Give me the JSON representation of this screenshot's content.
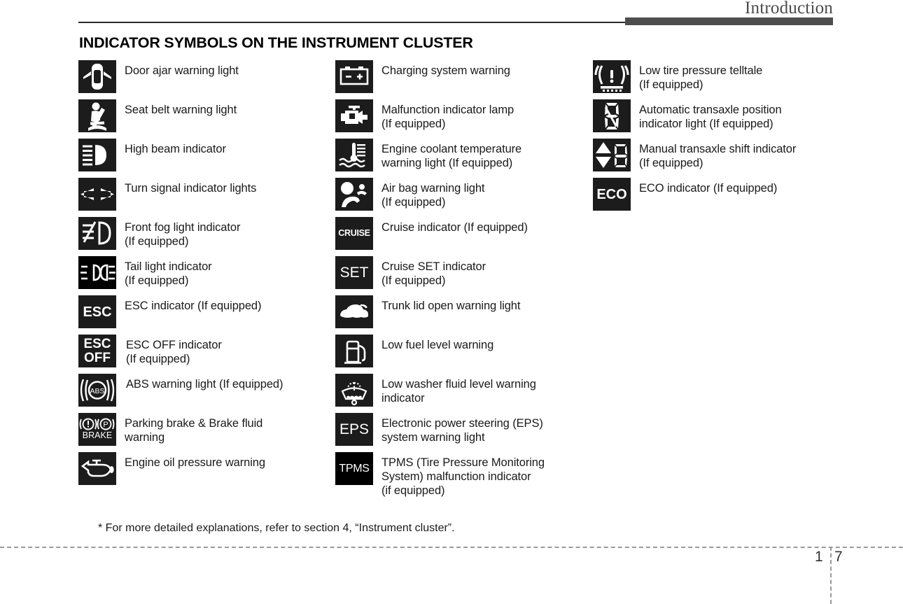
{
  "header": {
    "title": "Introduction"
  },
  "section": {
    "title": "INDICATOR SYMBOLS ON THE INSTRUMENT CLUSTER"
  },
  "columns": [
    {
      "id": "column-1",
      "items": [
        {
          "icon": "door-ajar-icon",
          "line1": "Door ajar warning light",
          "line2": ""
        },
        {
          "icon": "seat-belt-icon",
          "line1": "Seat belt warning light",
          "line2": ""
        },
        {
          "icon": "high-beam-icon",
          "line1": "High beam indicator",
          "line2": ""
        },
        {
          "icon": "turn-signal-icon",
          "line1": "Turn signal indicator lights",
          "line2": ""
        },
        {
          "icon": "front-fog-light-icon",
          "line1": "Front fog light indicator",
          "line2": "(If equipped)"
        },
        {
          "icon": "tail-light-icon",
          "line1": "Tail light indicator",
          "line2": "(If equipped)"
        },
        {
          "icon": "esc-icon",
          "line1": "ESC indicator (If equipped)",
          "line2": ""
        },
        {
          "icon": "esc-off-icon",
          "line1": "ESC OFF indicator",
          "line2": "(If equipped)"
        },
        {
          "icon": "abs-icon",
          "line1": "ABS warning light (If equipped)",
          "line2": ""
        },
        {
          "icon": "parking-brake-icon",
          "line1": "Parking brake & Brake fluid",
          "line2": "warning"
        },
        {
          "icon": "engine-oil-icon",
          "line1": "Engine oil pressure warning",
          "line2": ""
        }
      ]
    },
    {
      "id": "column-2",
      "items": [
        {
          "icon": "battery-charging-icon",
          "line1": "Charging system warning",
          "line2": ""
        },
        {
          "icon": "check-engine-icon",
          "line1": "Malfunction indicator lamp",
          "line2": "(If equipped)"
        },
        {
          "icon": "coolant-temperature-icon",
          "line1": "Engine coolant temperature",
          "line2": "warning light (If equipped)"
        },
        {
          "icon": "air-bag-icon",
          "line1": "Air bag warning light",
          "line2": "(If equipped)"
        },
        {
          "icon": "cruise-icon",
          "line1": "Cruise indicator (If equipped)",
          "line2": ""
        },
        {
          "icon": "cruise-set-icon",
          "line1": "Cruise SET indicator",
          "line2": "(If equipped)"
        },
        {
          "icon": "trunk-open-icon",
          "line1": "Trunk lid open warning light",
          "line2": ""
        },
        {
          "icon": "low-fuel-icon",
          "line1": "Low fuel level warning",
          "line2": ""
        },
        {
          "icon": "washer-fluid-icon",
          "line1": "Low washer fluid level warning",
          "line2": "indicator"
        },
        {
          "icon": "eps-icon",
          "line1": "Electronic power steering (EPS)",
          "line2": "system warning light"
        },
        {
          "icon": "tpms-icon",
          "line1": "TPMS (Tire Pressure Monitoring",
          "line2": "System) malfunction indicator",
          "line3": "(if equipped)"
        }
      ]
    },
    {
      "id": "column-3",
      "items": [
        {
          "icon": "low-tire-pressure-icon",
          "line1": "Low tire pressure telltale",
          "line2": "(If equipped)"
        },
        {
          "icon": "auto-transaxle-icon",
          "line1": "Automatic transaxle position",
          "line2": "indicator light (If equipped)"
        },
        {
          "icon": "manual-transaxle-icon",
          "line1": "Manual transaxle shift indicator",
          "line2": "(If equipped)"
        },
        {
          "icon": "eco-icon",
          "line1": "ECO indicator (If equipped)",
          "line2": ""
        }
      ]
    }
  ],
  "glyph_text": {
    "esc": "ESC",
    "esc_off_line1": "ESC",
    "esc_off_line2": "OFF",
    "cruise": "CRUISE",
    "set": "SET",
    "eps": "EPS",
    "tpms": "TPMS",
    "eco": "ECO",
    "abs": "ABS",
    "brake": "BRAKE"
  },
  "footnote": {
    "text": "* For more detailed explanations, refer to section 4, “Instrument cluster”."
  },
  "footer": {
    "chapter": "1",
    "page": "7"
  },
  "colors": {
    "icon_background": "#1c1c1c",
    "icon_background_black": "#000000",
    "icon_foreground": "#ffffff",
    "header_bar": "#4d4d4d",
    "header_title": "#4a4a4a",
    "text": "#1a1a1a"
  }
}
